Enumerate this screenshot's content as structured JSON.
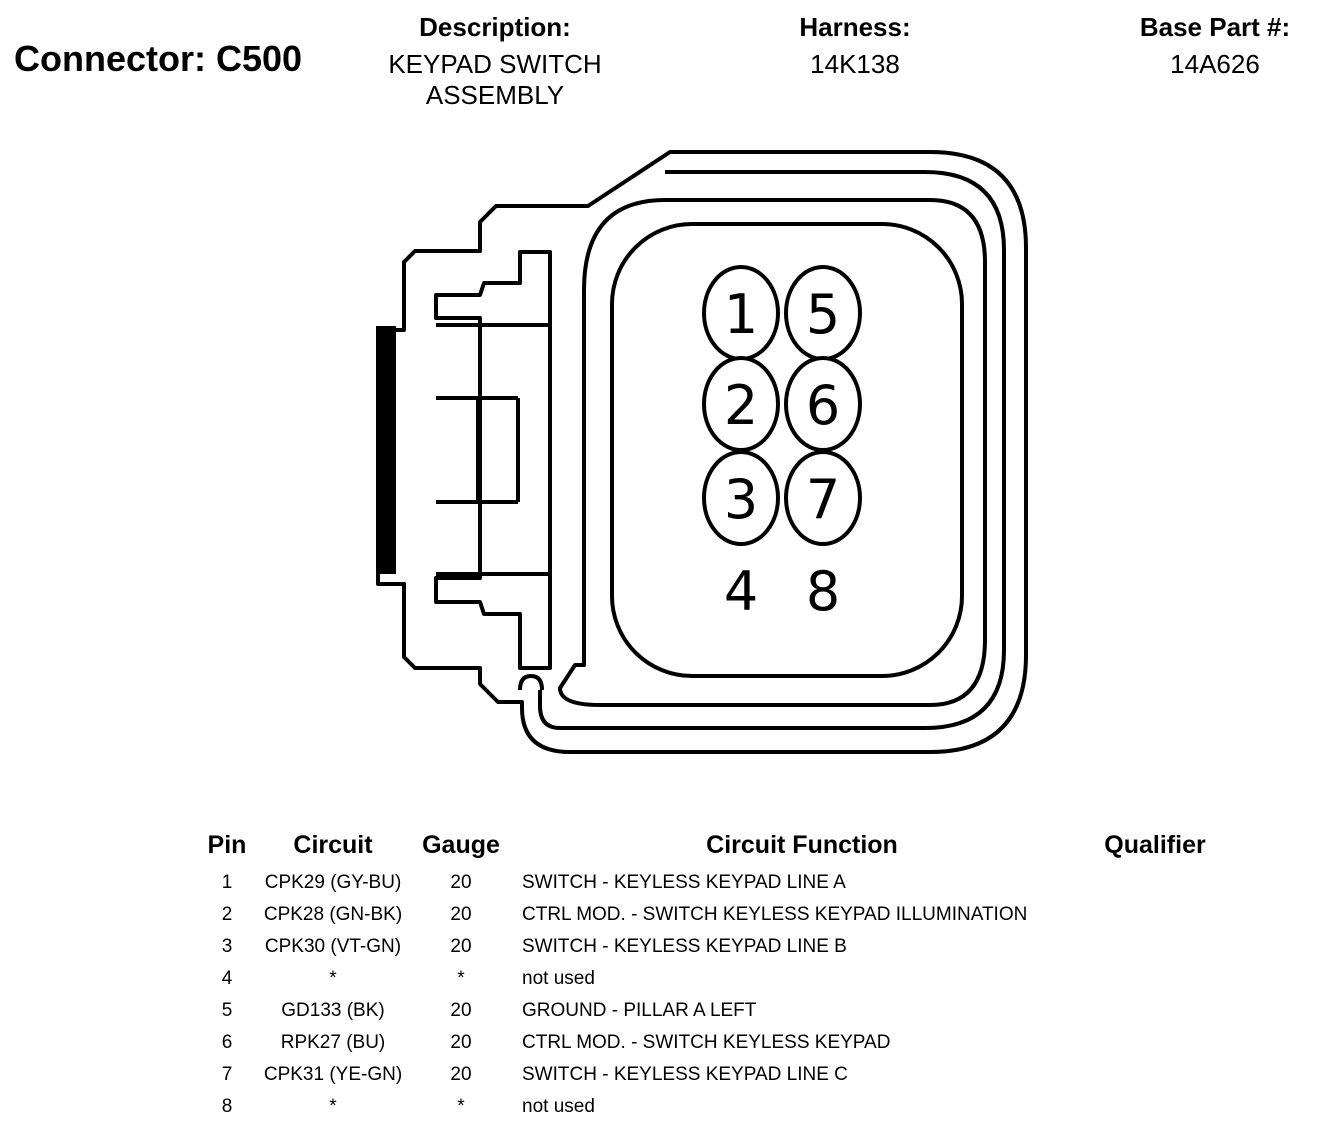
{
  "connector": {
    "title": "Connector: C500",
    "description_label": "Description:",
    "description_lines": [
      "KEYPAD SWITCH",
      "ASSEMBLY"
    ],
    "harness_label": "Harness:",
    "harness_value": "14K138",
    "base_part_label": "Base Part #:",
    "base_part_value": "14A626"
  },
  "diagram": {
    "pin_labels": [
      "1",
      "5",
      "2",
      "6",
      "3",
      "7",
      "4",
      "8"
    ]
  },
  "table": {
    "headers": [
      "Pin",
      "Circuit",
      "Gauge",
      "Circuit Function",
      "Qualifier"
    ],
    "rows": [
      {
        "pin": "1",
        "circuit": "CPK29 (GY-BU)",
        "gauge": "20",
        "function": "SWITCH - KEYLESS KEYPAD LINE A",
        "qualifier": ""
      },
      {
        "pin": "2",
        "circuit": "CPK28 (GN-BK)",
        "gauge": "20",
        "function": "CTRL MOD. - SWITCH KEYLESS KEYPAD ILLUMINATION",
        "qualifier": ""
      },
      {
        "pin": "3",
        "circuit": "CPK30 (VT-GN)",
        "gauge": "20",
        "function": "SWITCH - KEYLESS KEYPAD LINE B",
        "qualifier": ""
      },
      {
        "pin": "4",
        "circuit": "*",
        "gauge": "*",
        "function": "not used",
        "qualifier": ""
      },
      {
        "pin": "5",
        "circuit": "GD133 (BK)",
        "gauge": "20",
        "function": "GROUND - PILLAR A LEFT",
        "qualifier": ""
      },
      {
        "pin": "6",
        "circuit": "RPK27 (BU)",
        "gauge": "20",
        "function": "CTRL MOD. - SWITCH KEYLESS KEYPAD",
        "qualifier": ""
      },
      {
        "pin": "7",
        "circuit": "CPK31 (YE-GN)",
        "gauge": "20",
        "function": "SWITCH - KEYLESS KEYPAD LINE C",
        "qualifier": ""
      },
      {
        "pin": "8",
        "circuit": "*",
        "gauge": "*",
        "function": "not used",
        "qualifier": ""
      }
    ]
  }
}
